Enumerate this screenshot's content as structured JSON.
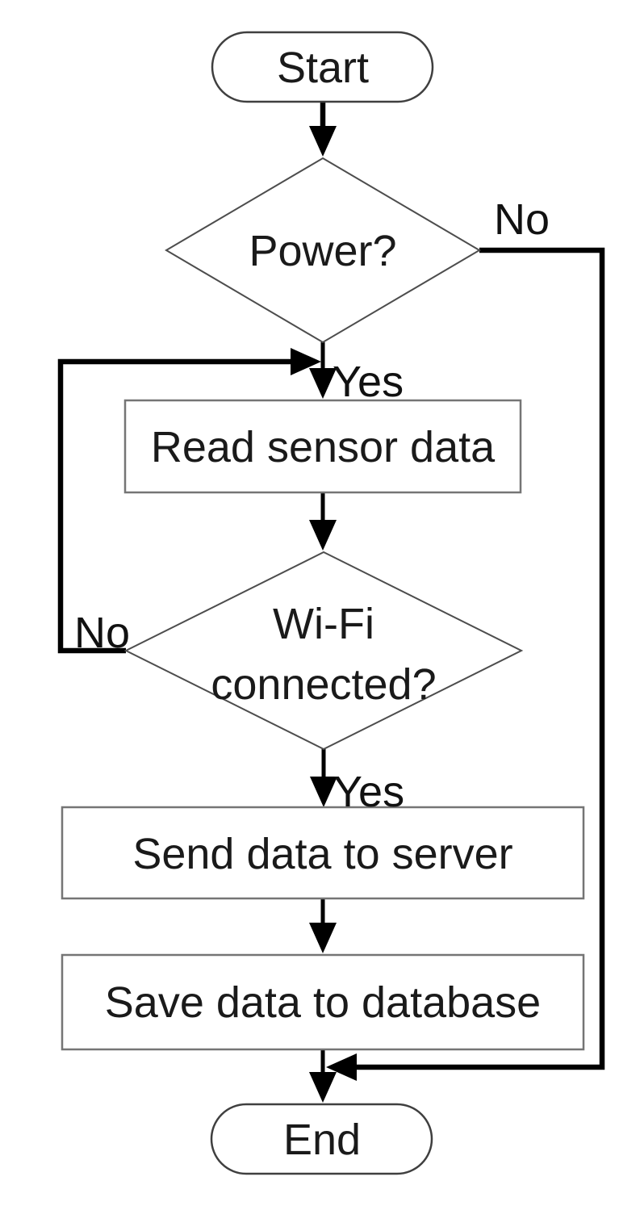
{
  "diagram": {
    "type": "flowchart",
    "nodes": [
      {
        "id": "start",
        "shape": "terminator",
        "label": "Start"
      },
      {
        "id": "power",
        "shape": "decision",
        "label": "Power?"
      },
      {
        "id": "read",
        "shape": "process",
        "label": "Read sensor data"
      },
      {
        "id": "wifi",
        "shape": "decision",
        "label": "Wi-Fi connected?",
        "lines": [
          "Wi-Fi",
          "connected?"
        ]
      },
      {
        "id": "send",
        "shape": "process",
        "label": "Send data to server"
      },
      {
        "id": "save",
        "shape": "process",
        "label": "Save data to database"
      },
      {
        "id": "end",
        "shape": "terminator",
        "label": "End"
      }
    ],
    "edges": [
      {
        "from": "start",
        "to": "power",
        "label": ""
      },
      {
        "from": "power",
        "to": "read",
        "label": "Yes"
      },
      {
        "from": "power",
        "to": "end",
        "label": "No"
      },
      {
        "from": "read",
        "to": "wifi",
        "label": ""
      },
      {
        "from": "wifi",
        "to": "read",
        "label": "No"
      },
      {
        "from": "wifi",
        "to": "send",
        "label": "Yes"
      },
      {
        "from": "send",
        "to": "save",
        "label": ""
      },
      {
        "from": "save",
        "to": "end",
        "label": ""
      }
    ],
    "colors": {
      "background": "#ffffff",
      "connector": "#000000",
      "process_border": "#757575",
      "decision_border": "#4d4d4d",
      "terminator_border": "#3f3f3f",
      "text": "#1a1a1a"
    }
  }
}
